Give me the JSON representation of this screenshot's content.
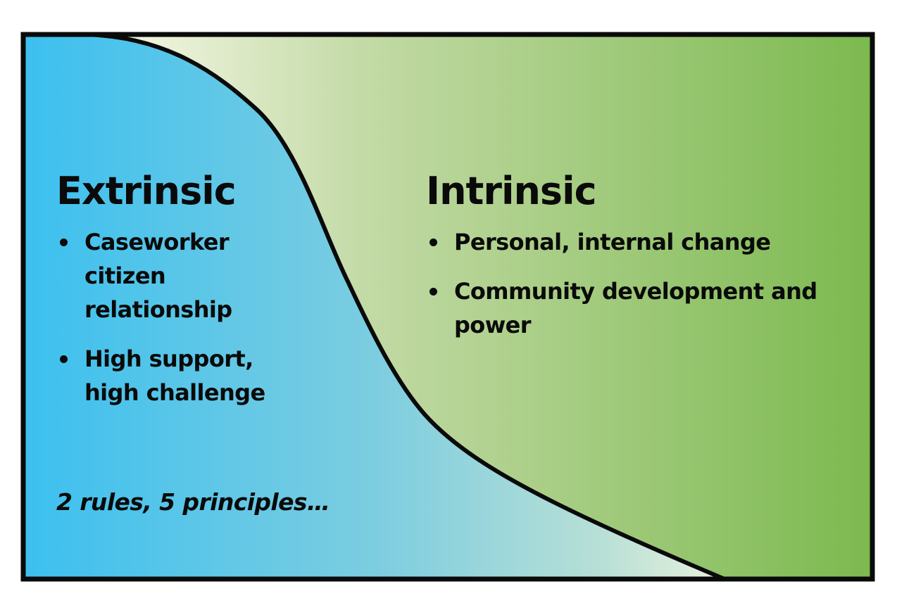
{
  "colors": {
    "extrinsic_blue": "#3cc0ef",
    "intrinsic_green": "#7cb94f",
    "blend_light": "#eef3dc",
    "outline": "#0a0a0a"
  },
  "extrinsic": {
    "heading": "Extrinsic",
    "bullets": [
      "Caseworker citizen relationship",
      "High support, high challenge"
    ],
    "tagline": "2 rules, 5 principles…"
  },
  "intrinsic": {
    "heading": "Intrinsic",
    "bullets": [
      "Personal, internal change",
      "Community development and power"
    ]
  }
}
